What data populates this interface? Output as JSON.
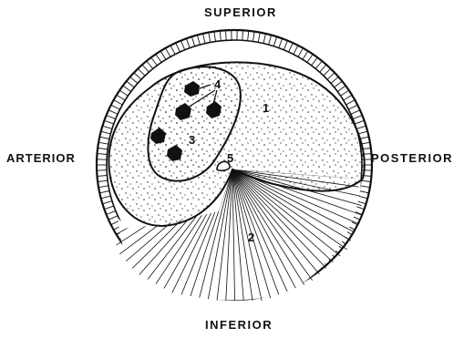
{
  "orientation": {
    "superior": "SUPERIOR",
    "arterior": "ARTERIOR",
    "posterior": "POSTERIOR",
    "inferior": "INFERIOR"
  },
  "callouts": {
    "n1": "1",
    "n2": "2",
    "n3": "3",
    "n4": "4",
    "n5": "5"
  },
  "colors": {
    "ink": "#111111",
    "background": "#ffffff"
  }
}
